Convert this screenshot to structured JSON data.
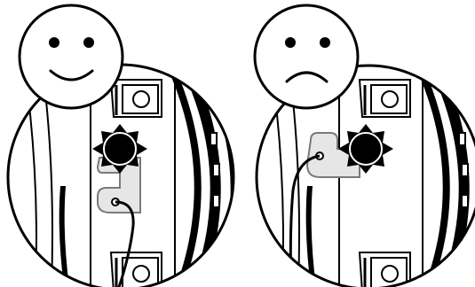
{
  "scene": {
    "panels": [
      {
        "id": "correct",
        "face": "smiley-face",
        "mood": "happy",
        "sensor_orientation": "vertical"
      },
      {
        "id": "incorrect",
        "face": "sad-face",
        "mood": "sad",
        "sensor_orientation": "horizontal"
      }
    ],
    "colors": {
      "outline": "#000000",
      "background": "#ffffff",
      "bracket_fill": "#e6e6e6",
      "bracket_edge": "#7a7a7a"
    }
  }
}
